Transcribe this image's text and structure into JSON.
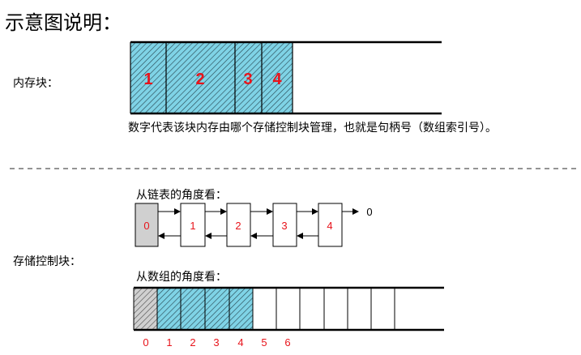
{
  "title": "示意图说明：",
  "memory": {
    "label": "内存块：",
    "segments": [
      "1",
      "2",
      "3",
      "4"
    ],
    "caption": "数字代表该块内存由哪个存储控制块管理，也就是句柄号（数组索引号）。"
  },
  "control": {
    "label": "存储控制块：",
    "linked_list": {
      "title": "从链表的角度看：",
      "nodes": [
        "0",
        "1",
        "2",
        "3",
        "4"
      ],
      "terminator": "0"
    },
    "array": {
      "title": "从数组的角度看：",
      "indices": [
        "0",
        "1",
        "2",
        "3",
        "4",
        "5",
        "6"
      ]
    }
  },
  "colors": {
    "hatch_fill": "#7fd3e6",
    "hatch_line": "#2a4b55",
    "header_fill": "#d0d0d0",
    "number_red": "#e8141b",
    "node_red": "#e8141b",
    "line": "#000000",
    "dash": "#555555"
  }
}
